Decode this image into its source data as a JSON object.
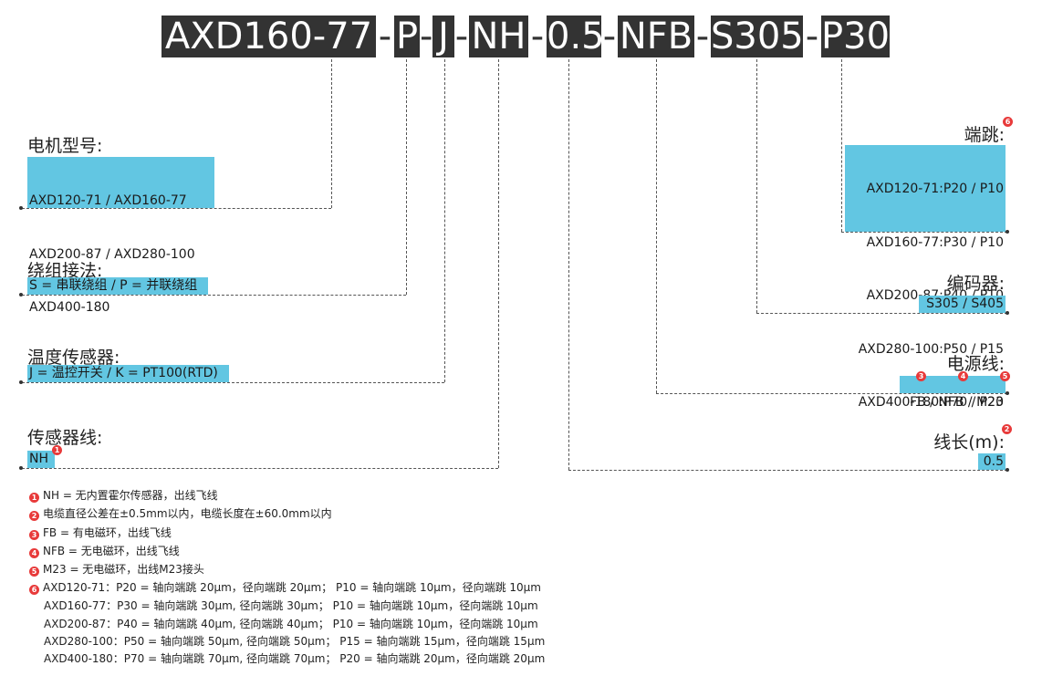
{
  "code": {
    "segments": [
      "AXD160-77",
      "P",
      "J",
      "NH",
      "0.5",
      "NFB",
      "S305",
      "P30"
    ],
    "separator": "-"
  },
  "left": {
    "motor_model": {
      "title": "电机型号:",
      "lines": [
        "AXD120-71 / AXD160-77",
        "AXD200-87 / AXD280-100",
        "AXD400-180"
      ]
    },
    "winding": {
      "title": "绕组接法:",
      "value": "S = 串联绕组 / P = 并联绕组"
    },
    "temp_sensor": {
      "title": "温度传感器:",
      "value": "J = 温控开关 / K = PT100(RTD)"
    },
    "sensor_cable": {
      "title": "传感器线:",
      "value": "NH",
      "badge": "1"
    }
  },
  "right": {
    "runout": {
      "title": "端跳:",
      "badge": "6",
      "lines": [
        "AXD120-71:P20 / P10",
        "AXD160-77:P30 / P10",
        "AXD200-87:P40 / P10",
        "AXD280-100:P50 / P15",
        "AXD400-180:P70 / P20"
      ]
    },
    "encoder": {
      "title": "编码器:",
      "value": "S305 / S405"
    },
    "power_cable": {
      "title": "电源线:",
      "part1": "FB",
      "badge1": "3",
      "part2": " / NFB",
      "badge2": "4",
      "part3": " / M23",
      "badge3": "5"
    },
    "cable_length": {
      "title": "线长(m):",
      "badge": "2",
      "value": "0.5"
    }
  },
  "notes": [
    {
      "badge": "1",
      "text": "NH = 无内置霍尔传感器，出线飞线"
    },
    {
      "badge": "2",
      "text": "电缆直径公差在±0.5mm以内，电缆长度在±60.0mm以内"
    },
    {
      "badge": "3",
      "text": "FB = 有电磁环，出线飞线"
    },
    {
      "badge": "4",
      "text": "NFB = 无电磁环，出线飞线"
    },
    {
      "badge": "5",
      "text": "M23 = 无电磁环，出线M23接头"
    },
    {
      "badge": "6",
      "text": "AXD120-71：P20 = 轴向端跳 20μm，径向端跳 20μm；  P10 = 轴向端跳 10μm，径向端跳 10μm"
    }
  ],
  "notes_cont": [
    "AXD160-77：P30 = 轴向端跳 30μm, 径向端跳 30μm；  P10 = 轴向端跳 10μm，径向端跳 10μm",
    "AXD200-87：P40 = 轴向端跳 40μm, 径向端跳 40μm；  P10 = 轴向端跳 10μm，径向端跳 10μm",
    "AXD280-100：P50 = 轴向端跳 50μm, 径向端跳 50μm；  P15 = 轴向端跳 15μm，径向端跳 15μm",
    "AXD400-180：P70 = 轴向端跳 70μm, 径向端跳 70μm；  P20 = 轴向端跳 20μm，径向端跳 20μm"
  ],
  "colors": {
    "code_bg": "#333333",
    "value_box": "#62c6e2",
    "badge": "#e83a3a"
  }
}
